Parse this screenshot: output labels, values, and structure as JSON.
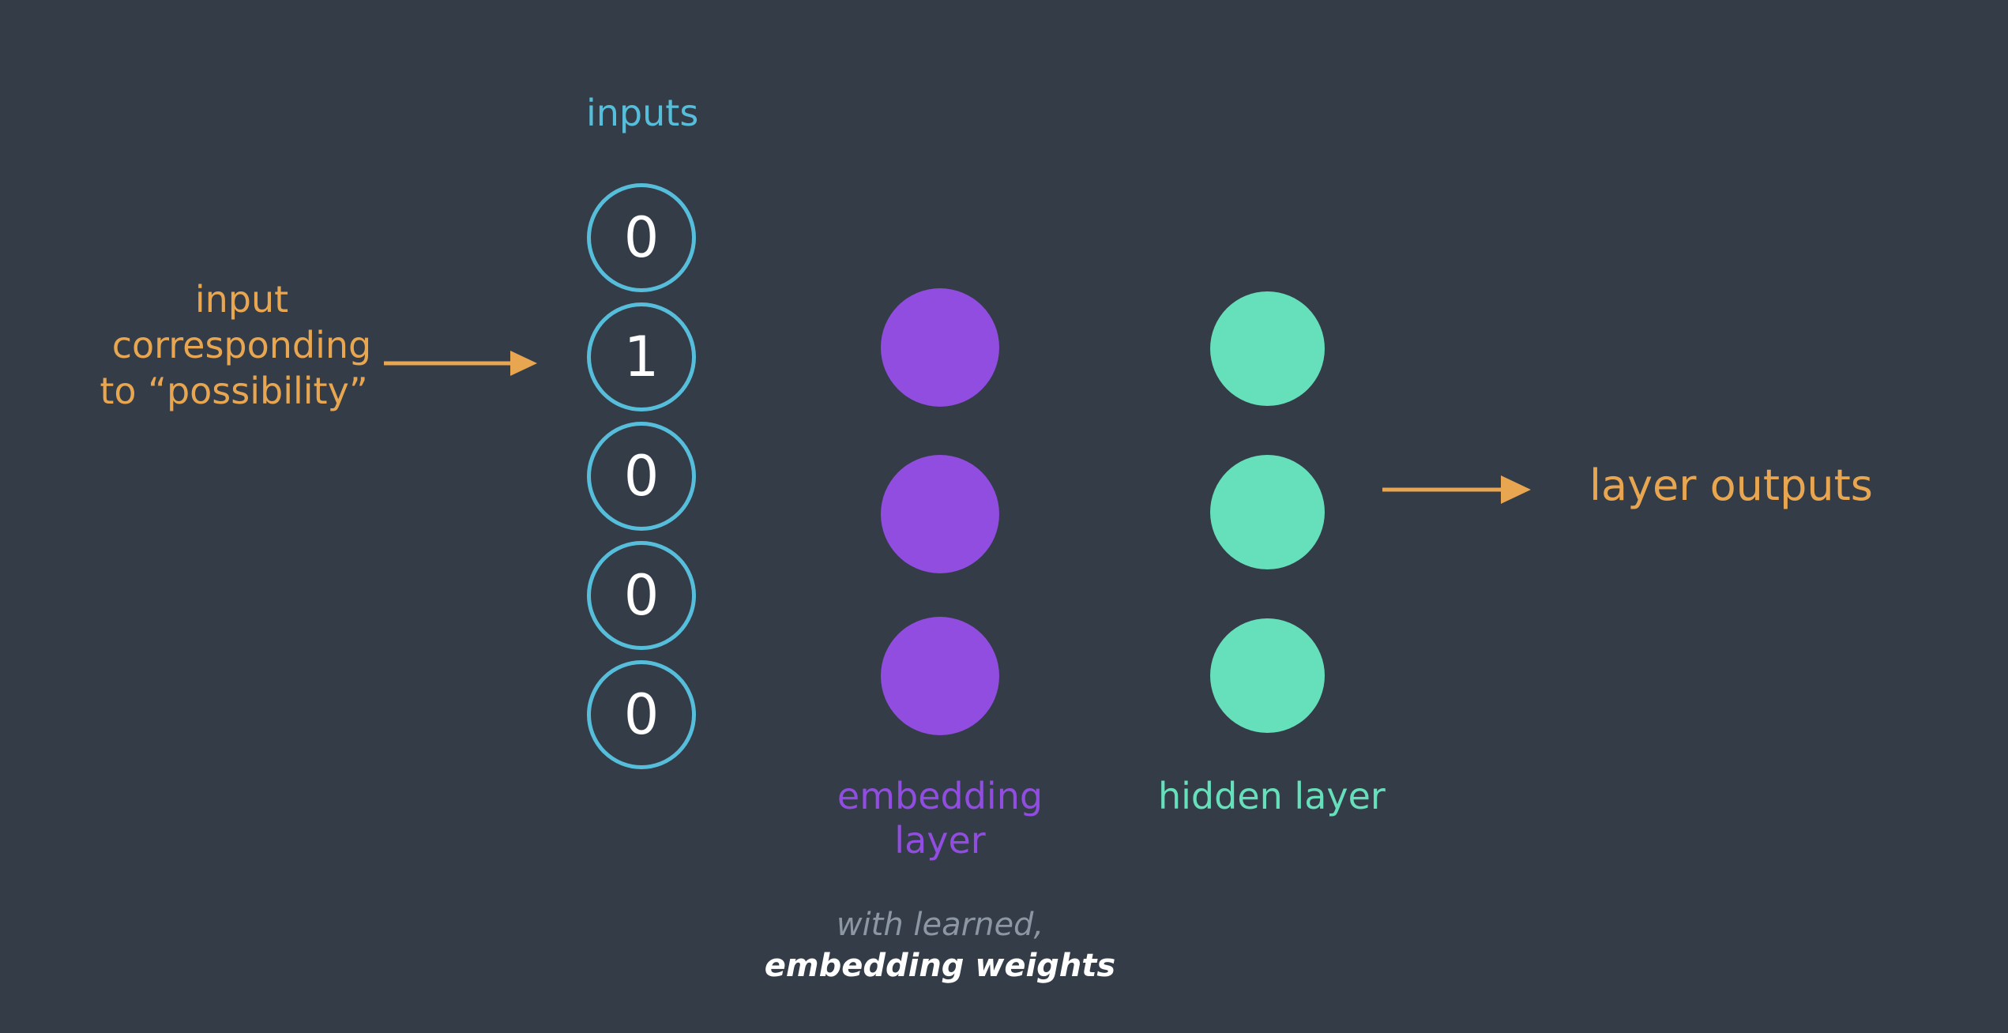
{
  "diagram": {
    "inputs_title": "inputs",
    "input_values": [
      "0",
      "1",
      "0",
      "0",
      "0"
    ],
    "annotation": {
      "line1": "input corresponding",
      "line2": "to “possibility”"
    },
    "embedding_title": {
      "line1": "embedding",
      "line2": "layer"
    },
    "hidden_title": "hidden layer",
    "outputs_label": "layer outputs",
    "note": {
      "line1": "with learned,",
      "line2": "embedding weights"
    }
  },
  "colors": {
    "background": "#333c47",
    "inputs": "#56bedb",
    "embedding": "#914ce0",
    "hidden": "#66dfbb",
    "annotation": "#e9a651"
  }
}
